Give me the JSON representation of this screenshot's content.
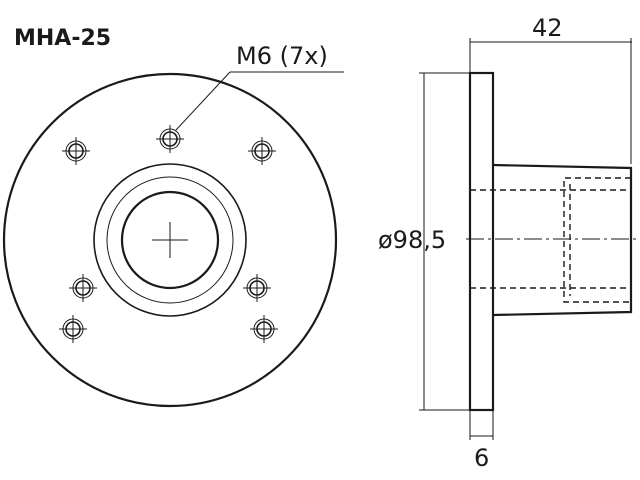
{
  "title": "MHA-25",
  "labels": {
    "thread": "M6 (7x)",
    "width": "42",
    "diameter": "ø98,5",
    "flange": "6"
  },
  "colors": {
    "line": "#1a1a1a",
    "background": "#ffffff"
  }
}
